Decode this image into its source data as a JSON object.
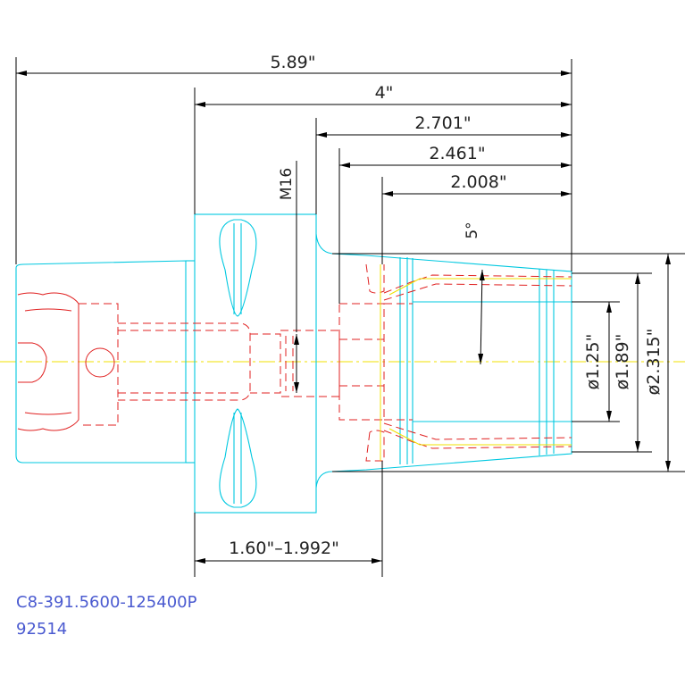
{
  "dimensions": {
    "overall_length": "5.89\"",
    "flange_length": "4\"",
    "length_2701": "2.701\"",
    "length_2461": "2.461\"",
    "length_2008": "2.008\"",
    "thread": "M16",
    "angle": "5°",
    "dia_125": "ø1.25\"",
    "dia_189": "ø1.89\"",
    "dia_2315": "ø2.315\"",
    "adjust_range": "1.60\"–1.992\""
  },
  "part": {
    "number": "C8-391.5600-125400P",
    "code": "92514"
  }
}
